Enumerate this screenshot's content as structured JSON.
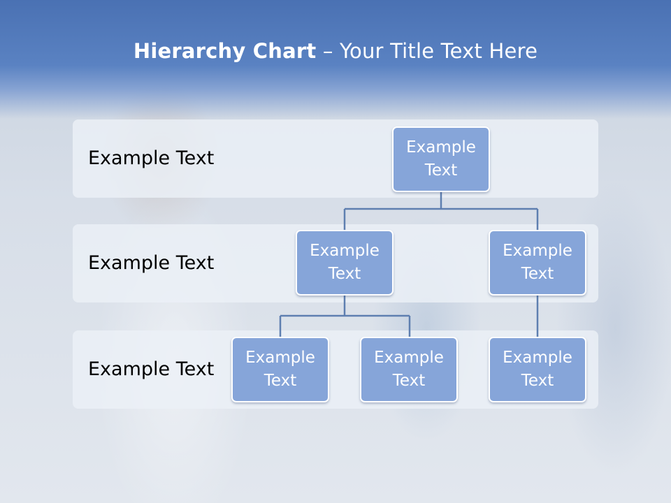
{
  "slide": {
    "title_bold": "Hierarchy Chart",
    "title_rest": " – Your Title Text Here"
  },
  "levels": [
    {
      "label": "Example Text"
    },
    {
      "label": "Example Text"
    },
    {
      "label": "Example Text"
    }
  ],
  "nodes": {
    "root": {
      "text": "Example Text"
    },
    "level2": [
      {
        "text": "Example Text"
      },
      {
        "text": "Example Text"
      }
    ],
    "level3": [
      {
        "text": "Example Text"
      },
      {
        "text": "Example Text"
      },
      {
        "text": "Example Text"
      }
    ]
  },
  "colors": {
    "title_band": "#5a82c2",
    "node_fill": "#86a5d9",
    "connector": "#5e7fb0"
  }
}
